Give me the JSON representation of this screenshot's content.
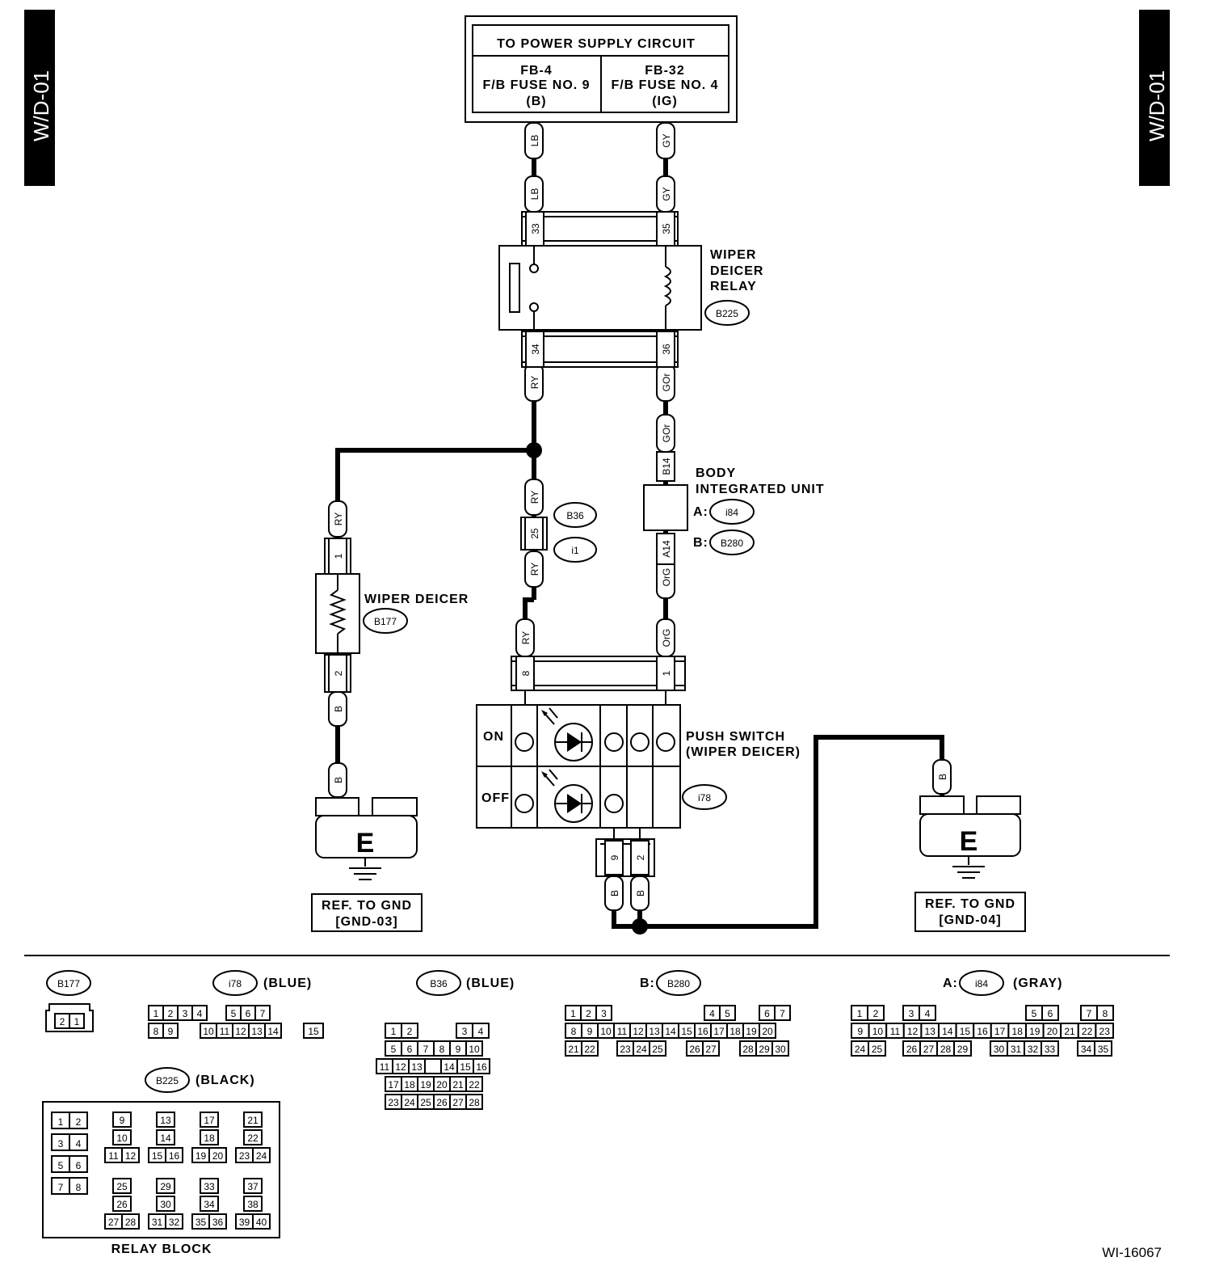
{
  "side_tab": "W/D-01",
  "power_supply": {
    "title": "TO POWER SUPPLY CIRCUIT",
    "left": [
      "FB-4",
      "F/B FUSE NO. 9",
      "(B)"
    ],
    "right": [
      "FB-32",
      "F/B FUSE NO. 4",
      "(IG)"
    ]
  },
  "wire_colors": {
    "lb": "LB",
    "gy": "GY",
    "ry": "RY",
    "gor": "GOr",
    "org": "OrG",
    "b": "B"
  },
  "relay": {
    "name_lines": [
      "WIPER",
      "DEICER",
      "RELAY"
    ],
    "connector": "B225",
    "pins": {
      "p33": "33",
      "p35": "35",
      "p34": "34",
      "p36": "36"
    }
  },
  "joint": {
    "pin": "25",
    "c1": "B36",
    "c2": "i1"
  },
  "biu": {
    "name_lines": [
      "BODY",
      "INTEGRATED UNIT"
    ],
    "a_prefix": "A:",
    "a_conn": "i84",
    "b_prefix": "B:",
    "b_conn": "B280",
    "pin_b14": "B14",
    "pin_a14": "A14"
  },
  "deicer": {
    "name": "WIPER DEICER",
    "connector": "B177",
    "pin1": "1",
    "pin2": "2"
  },
  "push_switch": {
    "name_lines": [
      "PUSH SWITCH",
      "(WIPER DEICER)"
    ],
    "connector": "i78",
    "on": "ON",
    "off": "OFF",
    "pin8": "8",
    "pin1": "1",
    "pin9": "9",
    "pin2": "2"
  },
  "ground": {
    "symbol": "E",
    "left": [
      "REF. TO GND",
      "[GND-03]"
    ],
    "right": [
      "REF. TO GND",
      "[GND-04]"
    ]
  },
  "connectors": {
    "b177": {
      "id": "B177",
      "pins": [
        "2",
        "1"
      ]
    },
    "i78": {
      "id": "i78",
      "color": "(BLUE)",
      "row1": [
        "1",
        "2",
        "3",
        "4",
        "5",
        "6",
        "7"
      ],
      "row2": [
        "8",
        "9",
        "10",
        "11",
        "12",
        "13",
        "14",
        "15"
      ]
    },
    "b36": {
      "id": "B36",
      "color": "(BLUE)",
      "row1": [
        "1",
        "2",
        "3",
        "4"
      ],
      "row2": [
        "5",
        "6",
        "7",
        "8",
        "9",
        "10"
      ],
      "row3": [
        "11",
        "12",
        "13",
        "14",
        "15",
        "16"
      ],
      "row4": [
        "17",
        "18",
        "19",
        "20",
        "21",
        "22"
      ],
      "row5": [
        "23",
        "24",
        "25",
        "26",
        "27",
        "28"
      ]
    },
    "b280": {
      "prefix": "B:",
      "id": "B280",
      "row1": [
        "1",
        "2",
        "3",
        "4",
        "5",
        "6",
        "7"
      ],
      "row2": [
        "8",
        "9",
        "10",
        "11",
        "12",
        "13",
        "14",
        "15",
        "16",
        "17",
        "18",
        "19",
        "20"
      ],
      "row3": [
        "21",
        "22",
        "23",
        "24",
        "25",
        "26",
        "27",
        "28",
        "29",
        "30"
      ]
    },
    "i84": {
      "prefix": "A:",
      "id": "i84",
      "color": "(GRAY)",
      "row1": [
        "1",
        "2",
        "3",
        "4",
        "5",
        "6",
        "7",
        "8"
      ],
      "row2": [
        "9",
        "10",
        "11",
        "12",
        "13",
        "14",
        "15",
        "16",
        "17",
        "18",
        "19",
        "20",
        "21",
        "22",
        "23"
      ],
      "row3": [
        "24",
        "25",
        "26",
        "27",
        "28",
        "29",
        "30",
        "31",
        "32",
        "33",
        "34",
        "35"
      ]
    },
    "b225": {
      "id": "B225",
      "color": "(BLACK)",
      "caption": "RELAY BLOCK",
      "pins": [
        "1",
        "2",
        "3",
        "4",
        "5",
        "6",
        "7",
        "8",
        "9",
        "10",
        "11",
        "12",
        "13",
        "14",
        "15",
        "16",
        "17",
        "18",
        "19",
        "20",
        "21",
        "22",
        "23",
        "24",
        "25",
        "26",
        "27",
        "28",
        "29",
        "30",
        "31",
        "32",
        "33",
        "34",
        "35",
        "36",
        "37",
        "38",
        "39",
        "40"
      ]
    }
  },
  "figure_id": "WI-16067"
}
